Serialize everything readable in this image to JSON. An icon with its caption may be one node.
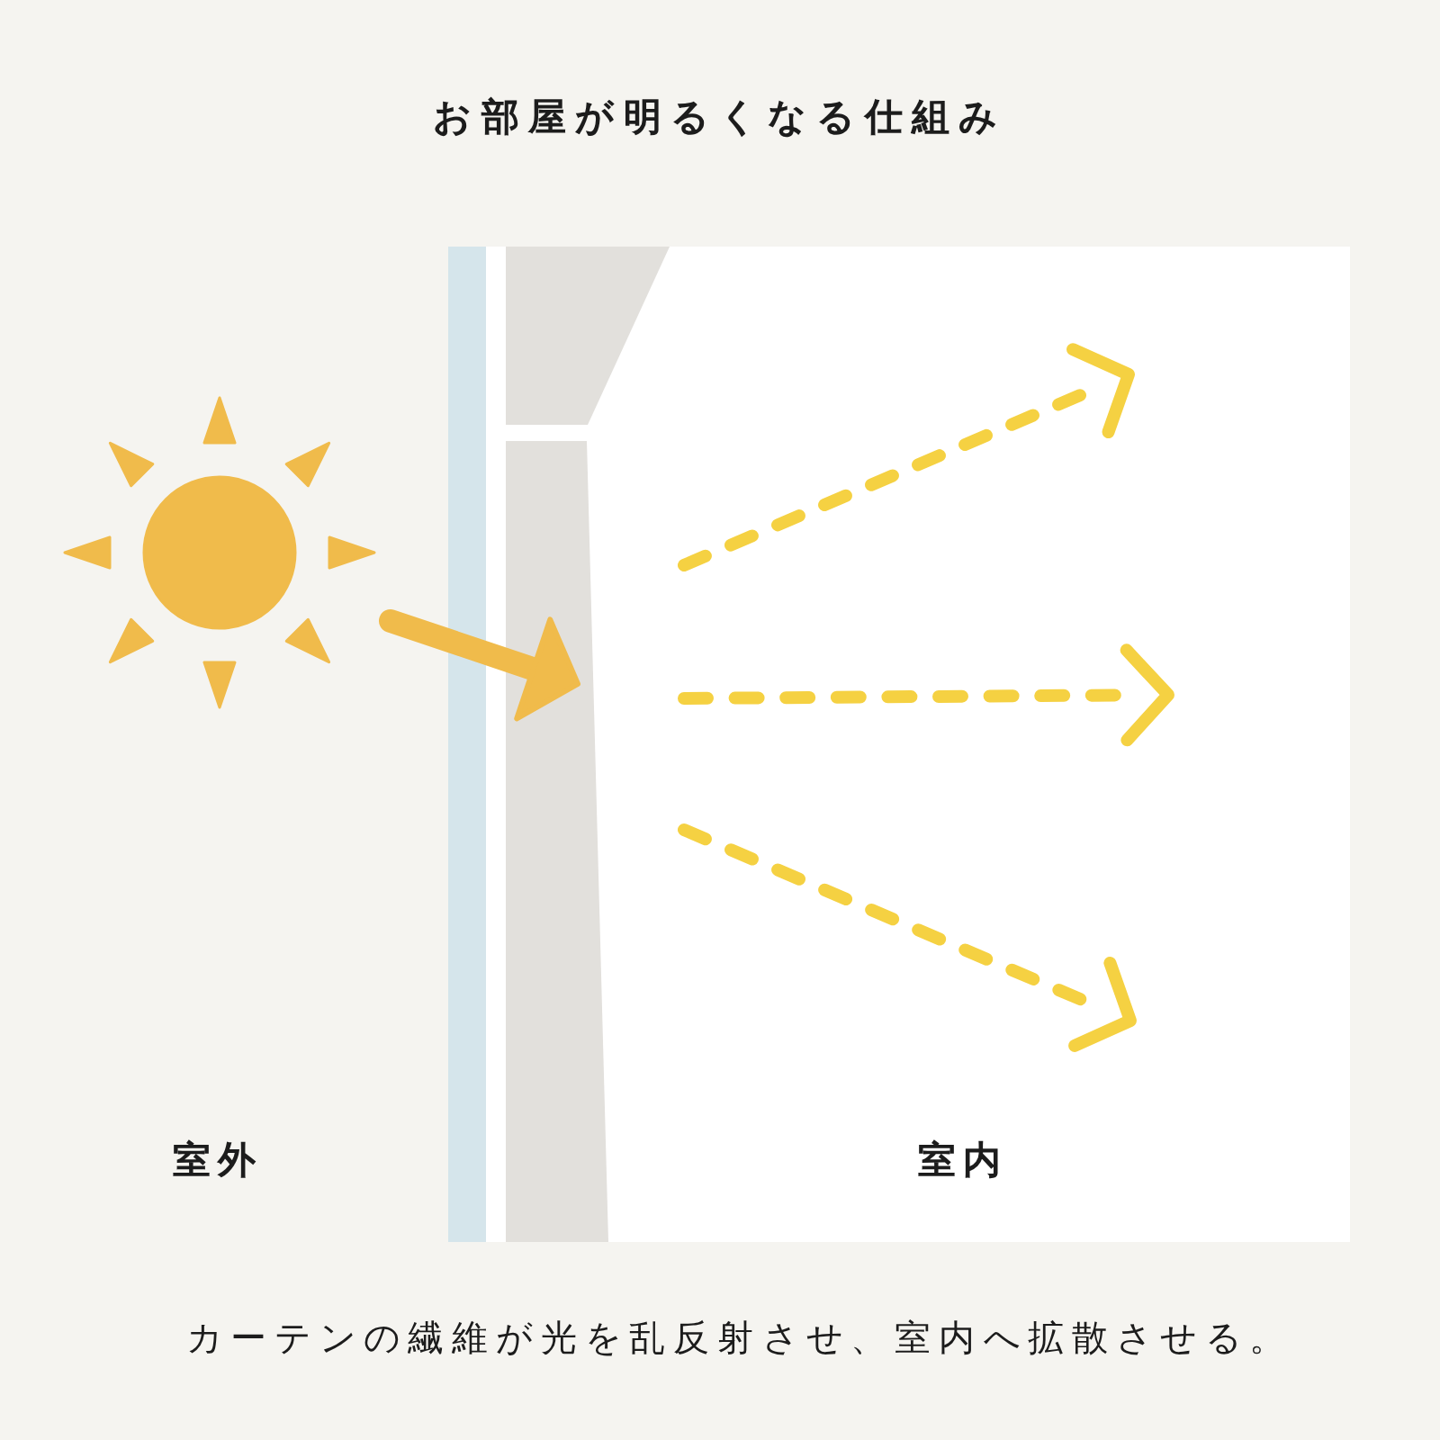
{
  "diagram": {
    "title": "お部屋が明るくなる仕組み",
    "caption": "カーテンの繊維が光を乱反射させ、室内へ拡散させる。",
    "nodes": [
      {
        "text": [],
        "shape": "picture"
      },
      {
        "text": [
          "室内"
        ]
      },
      {
        "text": [],
        "shape": "box",
        "in": 1
      }
    ],
    "edges": [
      {
        "from": 0,
        "to": 2,
        "arrow": "to",
        "style": "thick",
        "color": "#f0bb4b"
      },
      {
        "from": 2,
        "to": null,
        "arrow": "to",
        "style": "dashed"
      },
      {
        "from": 2,
        "to": null,
        "arrow": "to",
        "style": "dashed"
      },
      {
        "from": 2,
        "to": null,
        "arrow": "to",
        "style": "dashed"
      }
    ],
    "labels": [
      "室外"
    ]
  }
}
